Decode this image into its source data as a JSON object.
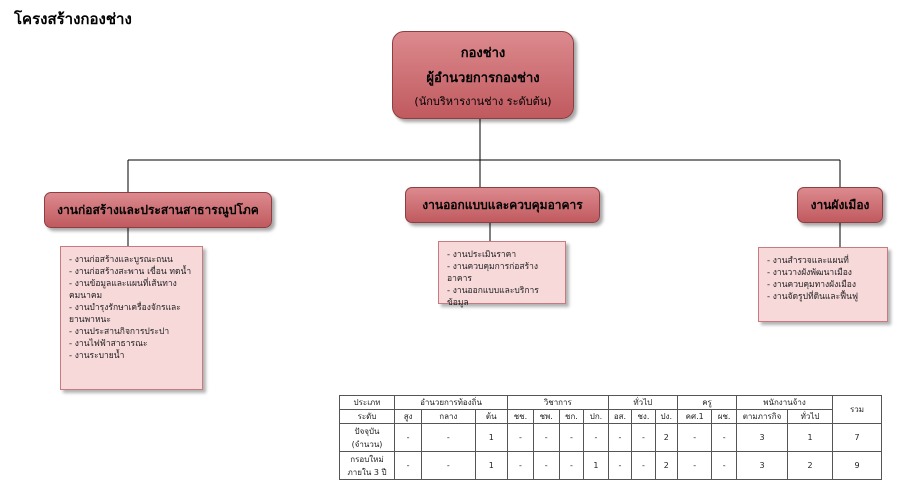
{
  "title": "โครงสร้างกองช่าง",
  "head": {
    "line1": "กองช่าง",
    "line2": "ผู้อำนวยการกองช่าง",
    "line3": "(นักบริหารงานช่าง ระดับต้น)"
  },
  "departments": [
    {
      "name": "งานก่อสร้างและประสานสาธารณูปโภค",
      "tasks": [
        "- งานก่อสร้างและบูรณะถนน",
        "- งานก่อสร้างสะพาน เขื่อน ทดน้ำ",
        "- งานข้อมูลและแผนที่เส้นทางคมนาคม",
        "- งานบำรุงรักษาเครื่องจักรและยานพาหนะ",
        "- งานประสานกิจการประปา",
        "- งานไฟฟ้าสาธารณะ",
        "- งานระบายน้ำ"
      ]
    },
    {
      "name": "งานออกแบบและควบคุมอาคาร",
      "tasks": [
        "- งานประเมินราคา",
        "- งานควบคุมการก่อสร้างอาคาร",
        "- งานออกแบบและบริการข้อมูล"
      ]
    },
    {
      "name": "งานผังเมือง",
      "tasks": [
        "- งานสำรวจและแผนที่",
        "- งานวางผังพัฒนาเมือง",
        "- งานควบคุมทางผังเมือง",
        "- งานจัดรูปที่ดินและฟื้นฟู"
      ]
    }
  ],
  "table": {
    "type_label": "ประเภท",
    "level_label": "ระดับ",
    "groups": [
      "อำนวยการท้องถิ่น",
      "วิชาการ",
      "ทั่วไป",
      "ครู",
      "พนักงานจ้าง"
    ],
    "total_label": "รวม",
    "levels": [
      "สูง",
      "กลาง",
      "ต้น",
      "ชช.",
      "ชพ.",
      "ชก.",
      "ปก.",
      "อส.",
      "ชง.",
      "ปง.",
      "คศ.1",
      "ผช.",
      "ตามภารกิจ",
      "ทั่วไป"
    ],
    "rows": [
      {
        "label": "ปัจจุบัน (จำนวน)",
        "values": [
          "-",
          "-",
          "1",
          "-",
          "-",
          "-",
          "-",
          "-",
          "-",
          "2",
          "-",
          "-",
          "3",
          "1",
          "7"
        ]
      },
      {
        "label": "กรอบใหม่ ภายใน 3 ปี",
        "values": [
          "-",
          "-",
          "1",
          "-",
          "-",
          "-",
          "1",
          "-",
          "-",
          "2",
          "-",
          "-",
          "3",
          "2",
          "9"
        ]
      }
    ]
  }
}
